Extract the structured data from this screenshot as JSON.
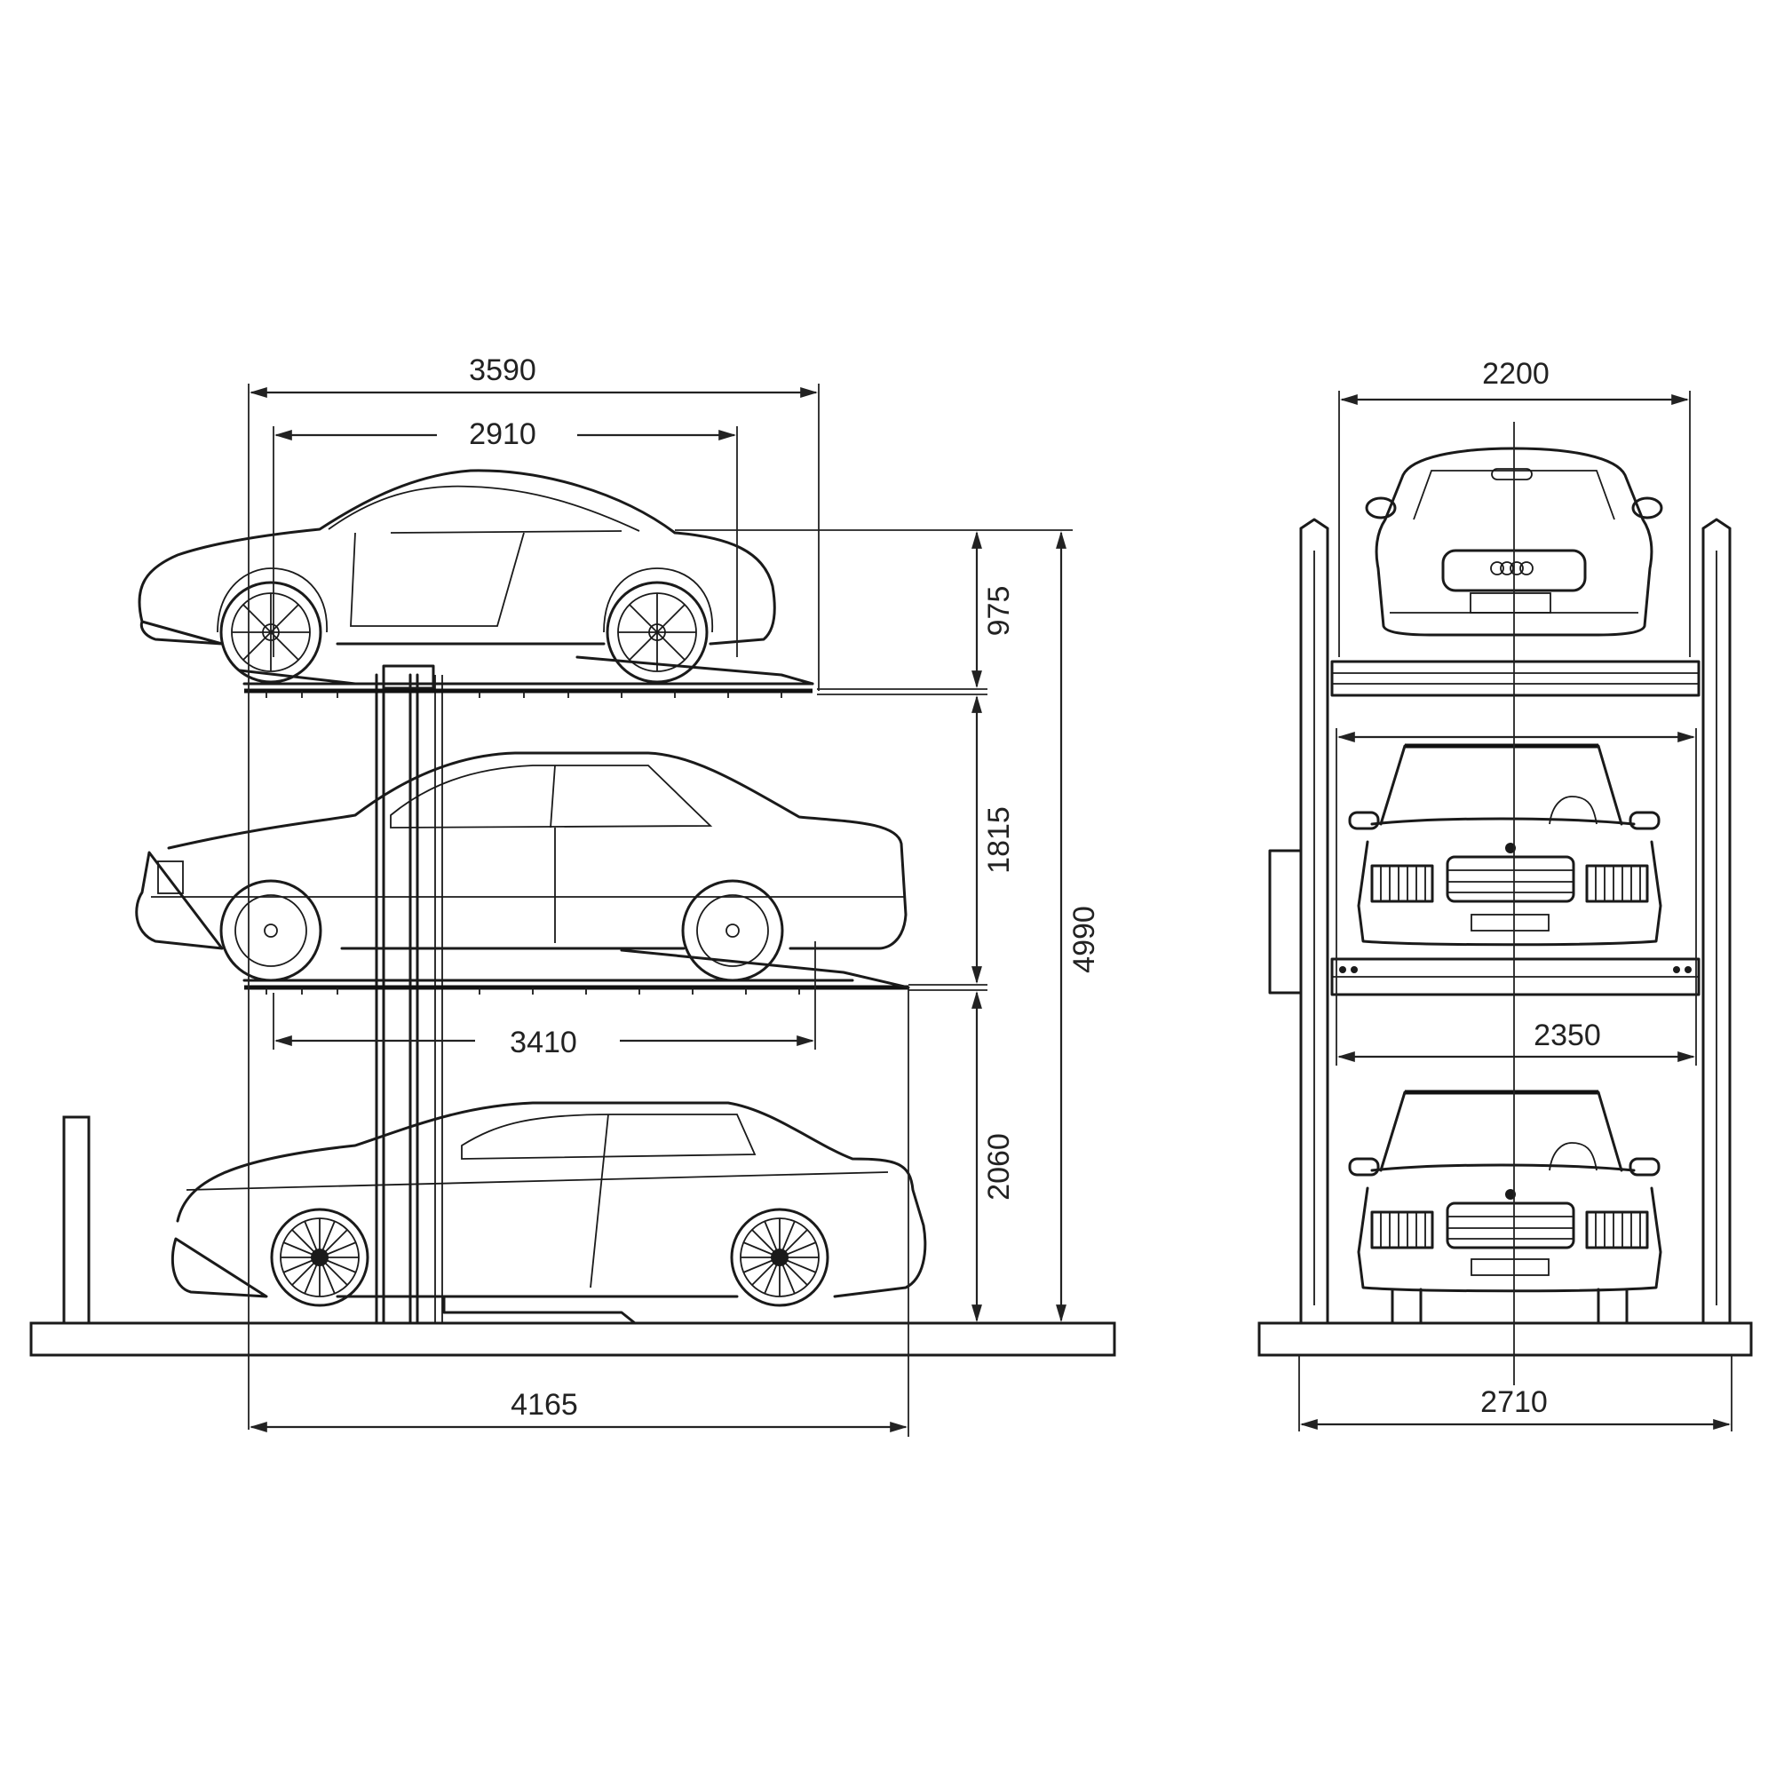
{
  "drawing": {
    "title": "Triple-stack car parking lift — side and front elevation",
    "units": "mm",
    "side_view": {
      "dimensions": {
        "platform_length_top": "3590",
        "wheelbase_top": "2910",
        "wheelbase_middle": "3410",
        "overall_length": "4165",
        "top_clearance": "975",
        "middle_level_height": "1815",
        "bottom_level_height": "2060",
        "overall_height": "4990"
      },
      "levels": [
        {
          "level": "top",
          "vehicle": "coupe"
        },
        {
          "level": "middle",
          "vehicle": "sedan"
        },
        {
          "level": "bottom",
          "vehicle": "sedan"
        }
      ]
    },
    "front_view": {
      "dimensions": {
        "platform_width": "2200",
        "clear_width": "2350",
        "overall_width": "2710"
      },
      "levels": [
        {
          "level": "top",
          "vehicle": "coupe front"
        },
        {
          "level": "middle",
          "vehicle": "sedan front"
        },
        {
          "level": "bottom",
          "vehicle": "sedan front"
        }
      ]
    }
  }
}
